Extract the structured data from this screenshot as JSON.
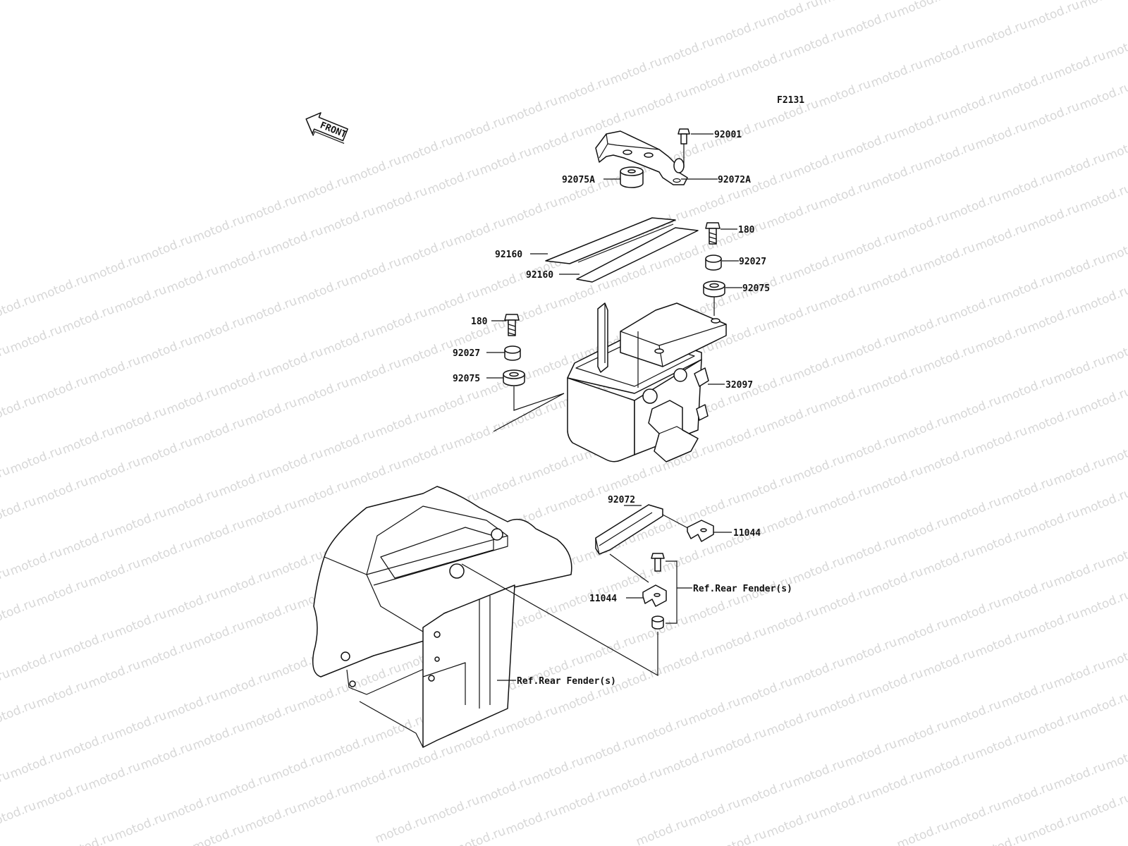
{
  "watermark": "motod.ru",
  "figure_code": "F2131",
  "front_label": "FRONT",
  "labels": {
    "p92001": "92001",
    "p92075A": "92075A",
    "p92072A": "92072A",
    "p180_right": "180",
    "p92160_top": "92160",
    "p92160_bottom": "92160",
    "p92027_right": "92027",
    "p92075_right": "92075",
    "p180_left": "180",
    "p92027_left": "92027",
    "p92075_left": "92075",
    "p32097": "32097",
    "p92072": "92072",
    "p11044_right": "11044",
    "p11044_left": "11044",
    "ref_rear_fender_right": "Ref.Rear Fender(s)",
    "ref_rear_fender_bottom": "Ref.Rear Fender(s)"
  },
  "colors": {
    "ink": "#111111",
    "watermark": "#d7d7d7",
    "background": "#ffffff"
  }
}
